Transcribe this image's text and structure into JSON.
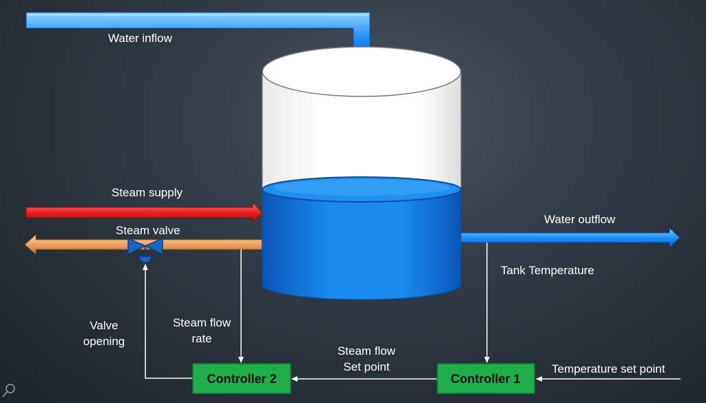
{
  "labels": {
    "water_inflow": "Water inflow",
    "steam_supply": "Steam supply",
    "steam_valve": "Steam valve",
    "water_outflow": "Water outflow",
    "tank_temperature": "Tank Temperature",
    "valve_opening_1": "Valve",
    "valve_opening_2": "opening",
    "steam_flow_rate_1": "Steam flow",
    "steam_flow_rate_2": "rate",
    "steam_flow_sp_1": "Steam flow",
    "steam_flow_sp_2": "Set point",
    "temperature_set_point": "Temperature set point"
  },
  "controllers": {
    "controller_1": "Controller 1",
    "controller_2": "Controller 2"
  },
  "colors": {
    "water_pipe": "#1e90ff",
    "steam_supply_pipe": "#e8201e",
    "steam_return_pipe": "#f0a060",
    "tank_water": "#1a8cf0",
    "controller_fill": "#1fae4a",
    "signal_line": "#ffffff",
    "valve": "#1565c0"
  },
  "icons": {
    "valve": "butterfly-valve-icon",
    "search": "search-icon"
  }
}
